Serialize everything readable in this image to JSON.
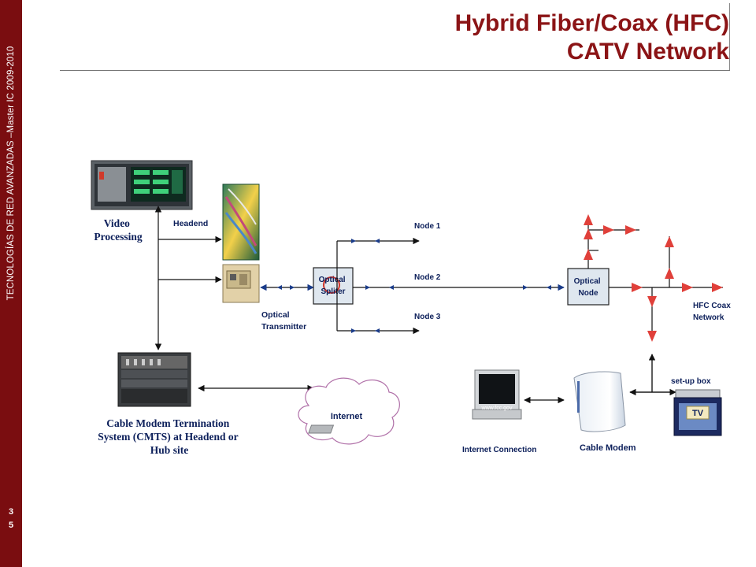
{
  "sidebar": {
    "course": "TECNOLOGÍAS DE RED AVANZADAS –Master  IC 2009-2010",
    "page_digits": [
      "3",
      "5"
    ]
  },
  "title": {
    "line1": "Hybrid Fiber/Coax (HFC)",
    "line2": "CATV Network"
  },
  "diagram": {
    "video_processing": "Video\nProcessing",
    "headend": "Headend",
    "optical_transmitter": "Optical\nTransmitter",
    "optical_splitter": "Optical\nSpliter",
    "node1": "Node 1",
    "node2": "Node 2",
    "node3": "Node 3",
    "optical_node": "Optical\nNode",
    "hfc_coax_network": "HFC Coax\nNetwork",
    "cmts": "Cable Modem Termination\nSystem (CMTS) at Headend or\nHub site",
    "internet": "Internet",
    "monitor_url": "www.fcc.gov",
    "internet_connection": "Internet Connection",
    "cable_modem": "Cable Modem",
    "setup_box": "set-up box",
    "tv": "TV"
  },
  "colors": {
    "sidebar": "#7a0d10",
    "title": "#8b1416",
    "label": "#0c1f5a",
    "arrow_blue": "#1a3c8a",
    "amplifier": "#e0403a"
  }
}
